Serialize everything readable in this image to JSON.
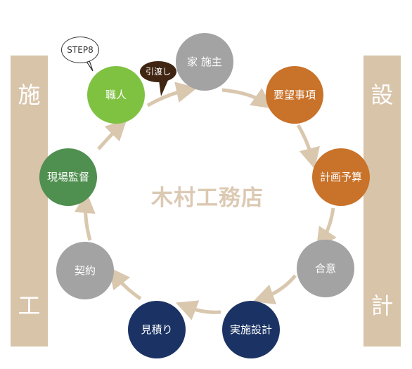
{
  "left_pillar": {
    "top_char": "施",
    "bottom_char": "工"
  },
  "right_pillar": {
    "top_char": "設",
    "bottom_char": "計"
  },
  "logo": {
    "text": "木村工務店"
  },
  "steps": [
    {
      "key": "client",
      "label": "家 施主",
      "color": "#a3a3a3"
    },
    {
      "key": "requirements",
      "label": "要望事項",
      "color": "#c9722a"
    },
    {
      "key": "plan_budget",
      "label": "計画予算",
      "color": "#c9722a"
    },
    {
      "key": "agreement",
      "label": "合意",
      "color": "#a3a3a3"
    },
    {
      "key": "detail_design",
      "label": "実施設計",
      "color": "#1b3364"
    },
    {
      "key": "estimate",
      "label": "見積り",
      "color": "#1b3364"
    },
    {
      "key": "contract",
      "label": "契約",
      "color": "#a3a3a3"
    },
    {
      "key": "site_supervisor",
      "label": "現場監督",
      "color": "#4f8f4f"
    },
    {
      "key": "craftsman",
      "label": "職人",
      "color": "#7fc242"
    }
  ],
  "callouts": {
    "step_label": "STEP8",
    "handover_label": "引渡し"
  },
  "colors": {
    "arrow": "#d9c7ae",
    "pillar": "#d8c4a9",
    "logo": "#dcc9b3"
  }
}
